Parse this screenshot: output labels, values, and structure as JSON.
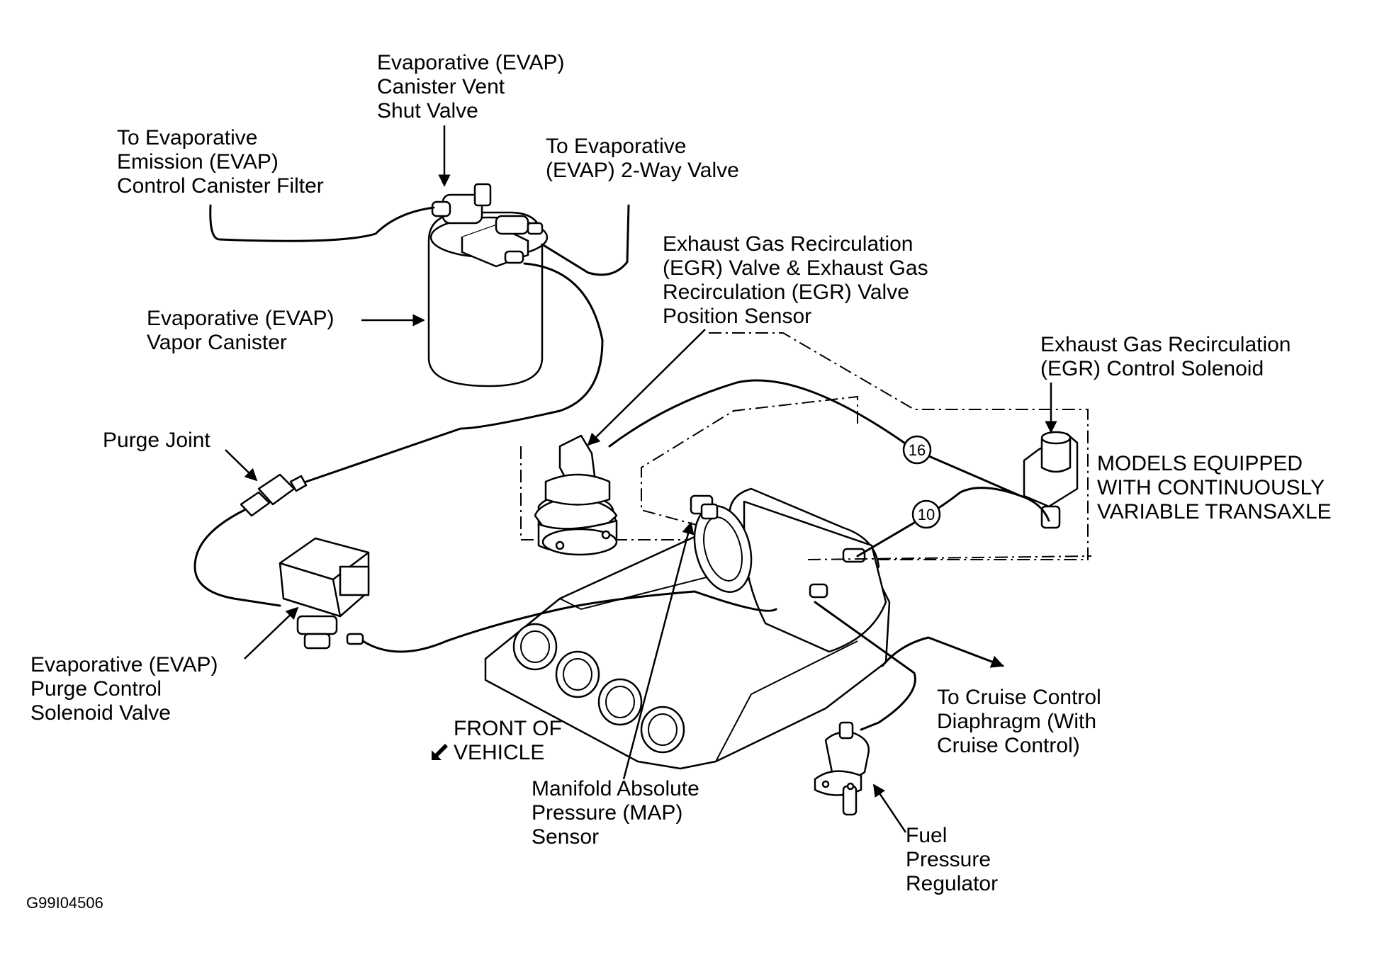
{
  "labels": {
    "canister_vent_shut_valve": [
      "Evaporative (EVAP)",
      "Canister Vent",
      "Shut Valve"
    ],
    "control_canister_filter": [
      "To Evaporative",
      "Emission (EVAP)",
      "Control Canister Filter"
    ],
    "two_way_valve": [
      "To Evaporative",
      "(EVAP) 2-Way Valve"
    ],
    "egr_valve": [
      "Exhaust Gas Recirculation",
      "(EGR) Valve & Exhaust Gas",
      "Recirculation (EGR) Valve",
      "Position Sensor"
    ],
    "vapor_canister": [
      "Evaporative (EVAP)",
      "Vapor Canister"
    ],
    "egr_control_solenoid": [
      "Exhaust Gas Recirculation",
      "(EGR) Control Solenoid"
    ],
    "purge_joint": [
      "Purge Joint"
    ],
    "cvt_note": [
      "MODELS EQUIPPED",
      "WITH CONTINUOUSLY",
      "VARIABLE TRANSAXLE"
    ],
    "purge_control_solenoid": [
      "Evaporative (EVAP)",
      "Purge Control",
      "Solenoid Valve"
    ],
    "cruise_control": [
      "To Cruise Control",
      "Diaphragm (With",
      "Cruise Control)"
    ],
    "front_of_vehicle": [
      "FRONT OF",
      "VEHICLE"
    ],
    "map_sensor": [
      "Manifold Absolute",
      "Pressure (MAP)",
      "Sensor"
    ],
    "fuel_pressure_regulator": [
      "Fuel",
      "Pressure",
      "Regulator"
    ]
  },
  "hose_markers": [
    "16",
    "10"
  ],
  "figure_id": "G99I04506"
}
